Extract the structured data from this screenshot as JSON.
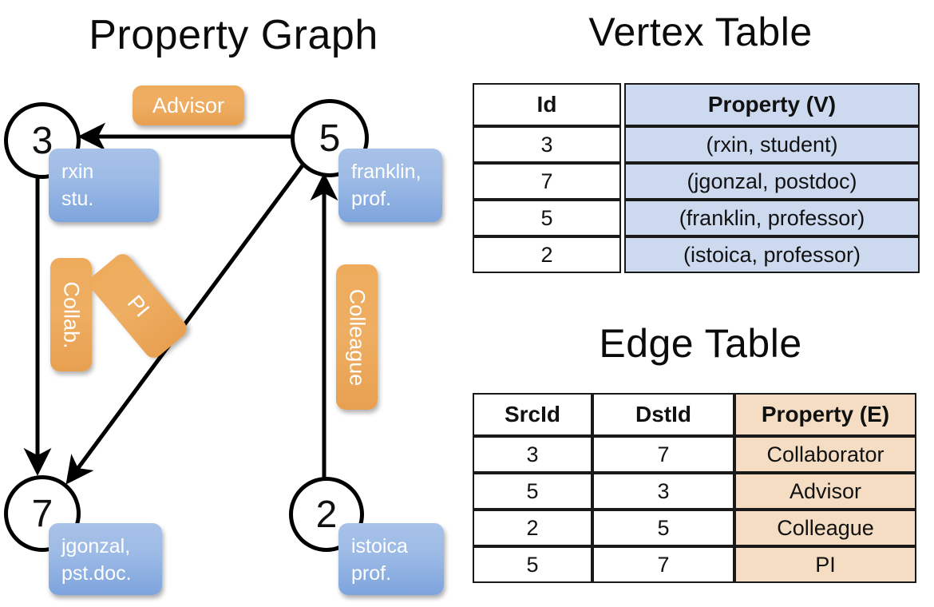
{
  "titles": {
    "property_graph": "Property Graph",
    "vertex_table": "Vertex Table",
    "edge_table": "Edge Table"
  },
  "graph": {
    "nodes": [
      {
        "id": "3",
        "property_label": "rxin\nstu.",
        "line1": "rxin",
        "line2": "stu."
      },
      {
        "id": "5",
        "property_label": "franklin,\nprof.",
        "line1": "franklin,",
        "line2": "prof."
      },
      {
        "id": "7",
        "property_label": "jgonzal,\npst.doc.",
        "line1": "jgonzal,",
        "line2": "pst.doc."
      },
      {
        "id": "2",
        "property_label": "istoica\nprof.",
        "line1": "istoica",
        "line2": "prof."
      }
    ],
    "edge_labels": [
      {
        "name": "advisor",
        "text": "Advisor",
        "orientation": "horizontal"
      },
      {
        "name": "collab",
        "text": "Collab.",
        "orientation": "vertical"
      },
      {
        "name": "pi",
        "text": "PI",
        "orientation": "rotated"
      },
      {
        "name": "colleague",
        "text": "Colleague",
        "orientation": "vertical"
      }
    ],
    "edges": [
      {
        "src": "5",
        "dst": "3",
        "label": "Advisor"
      },
      {
        "src": "3",
        "dst": "7",
        "label": "Collab."
      },
      {
        "src": "5",
        "dst": "7",
        "label": "PI"
      },
      {
        "src": "2",
        "dst": "5",
        "label": "Colleague"
      }
    ]
  },
  "vertex_table": {
    "headers": [
      "Id",
      "Property (V)"
    ],
    "rows": [
      {
        "id": "3",
        "property": "(rxin, student)"
      },
      {
        "id": "7",
        "property": "(jgonzal, postdoc)"
      },
      {
        "id": "5",
        "property": "(franklin, professor)"
      },
      {
        "id": "2",
        "property": "(istoica, professor)"
      }
    ]
  },
  "edge_table": {
    "headers": [
      "SrcId",
      "DstId",
      "Property (E)"
    ],
    "rows": [
      {
        "src": "3",
        "dst": "7",
        "property": "Collaborator"
      },
      {
        "src": "5",
        "dst": "3",
        "property": "Advisor"
      },
      {
        "src": "2",
        "dst": "5",
        "property": "Colleague"
      },
      {
        "src": "5",
        "dst": "7",
        "property": "PI"
      }
    ]
  },
  "colors": {
    "vertex_property_fill": "#ccd9ef",
    "edge_property_fill": "#f5ddc3",
    "node_callout_blue": "#8fb0e2",
    "edge_label_orange": "#eeab5c",
    "stroke": "#000000"
  }
}
